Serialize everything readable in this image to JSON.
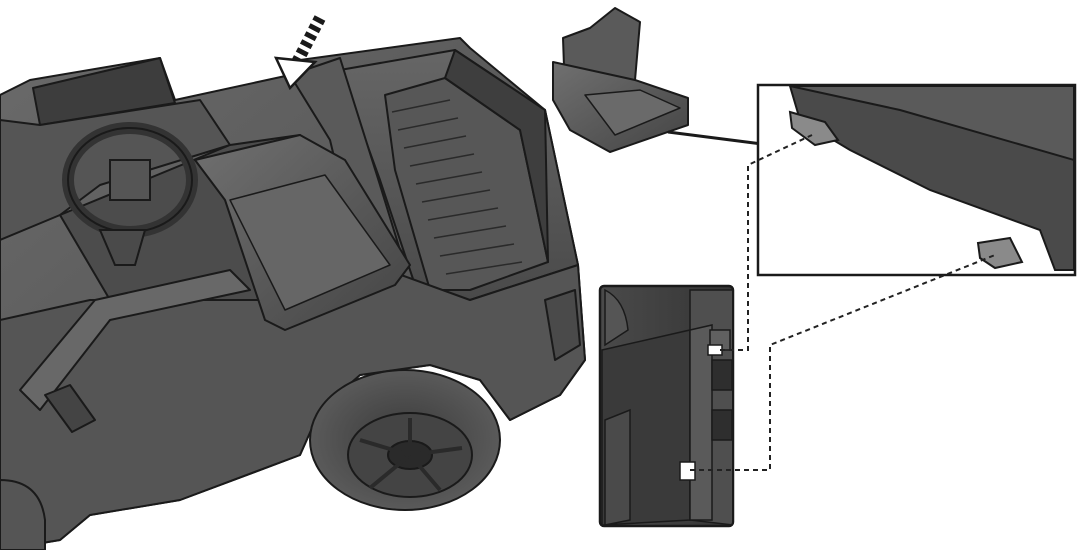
{
  "figure": {
    "kind": "assembly-instruction-illustration",
    "callouts": [
      {
        "name": "seat-install-arrow",
        "direction": "down-left"
      },
      {
        "name": "seat-to-detail-arrow",
        "direction": "right"
      }
    ]
  },
  "colors": {
    "body": "#5c5c5c",
    "body_dark": "#3f3f3f",
    "body_light": "#7a7a7a",
    "outline": "#1a1a1a",
    "background": "#ffffff",
    "leader": "#222222"
  }
}
